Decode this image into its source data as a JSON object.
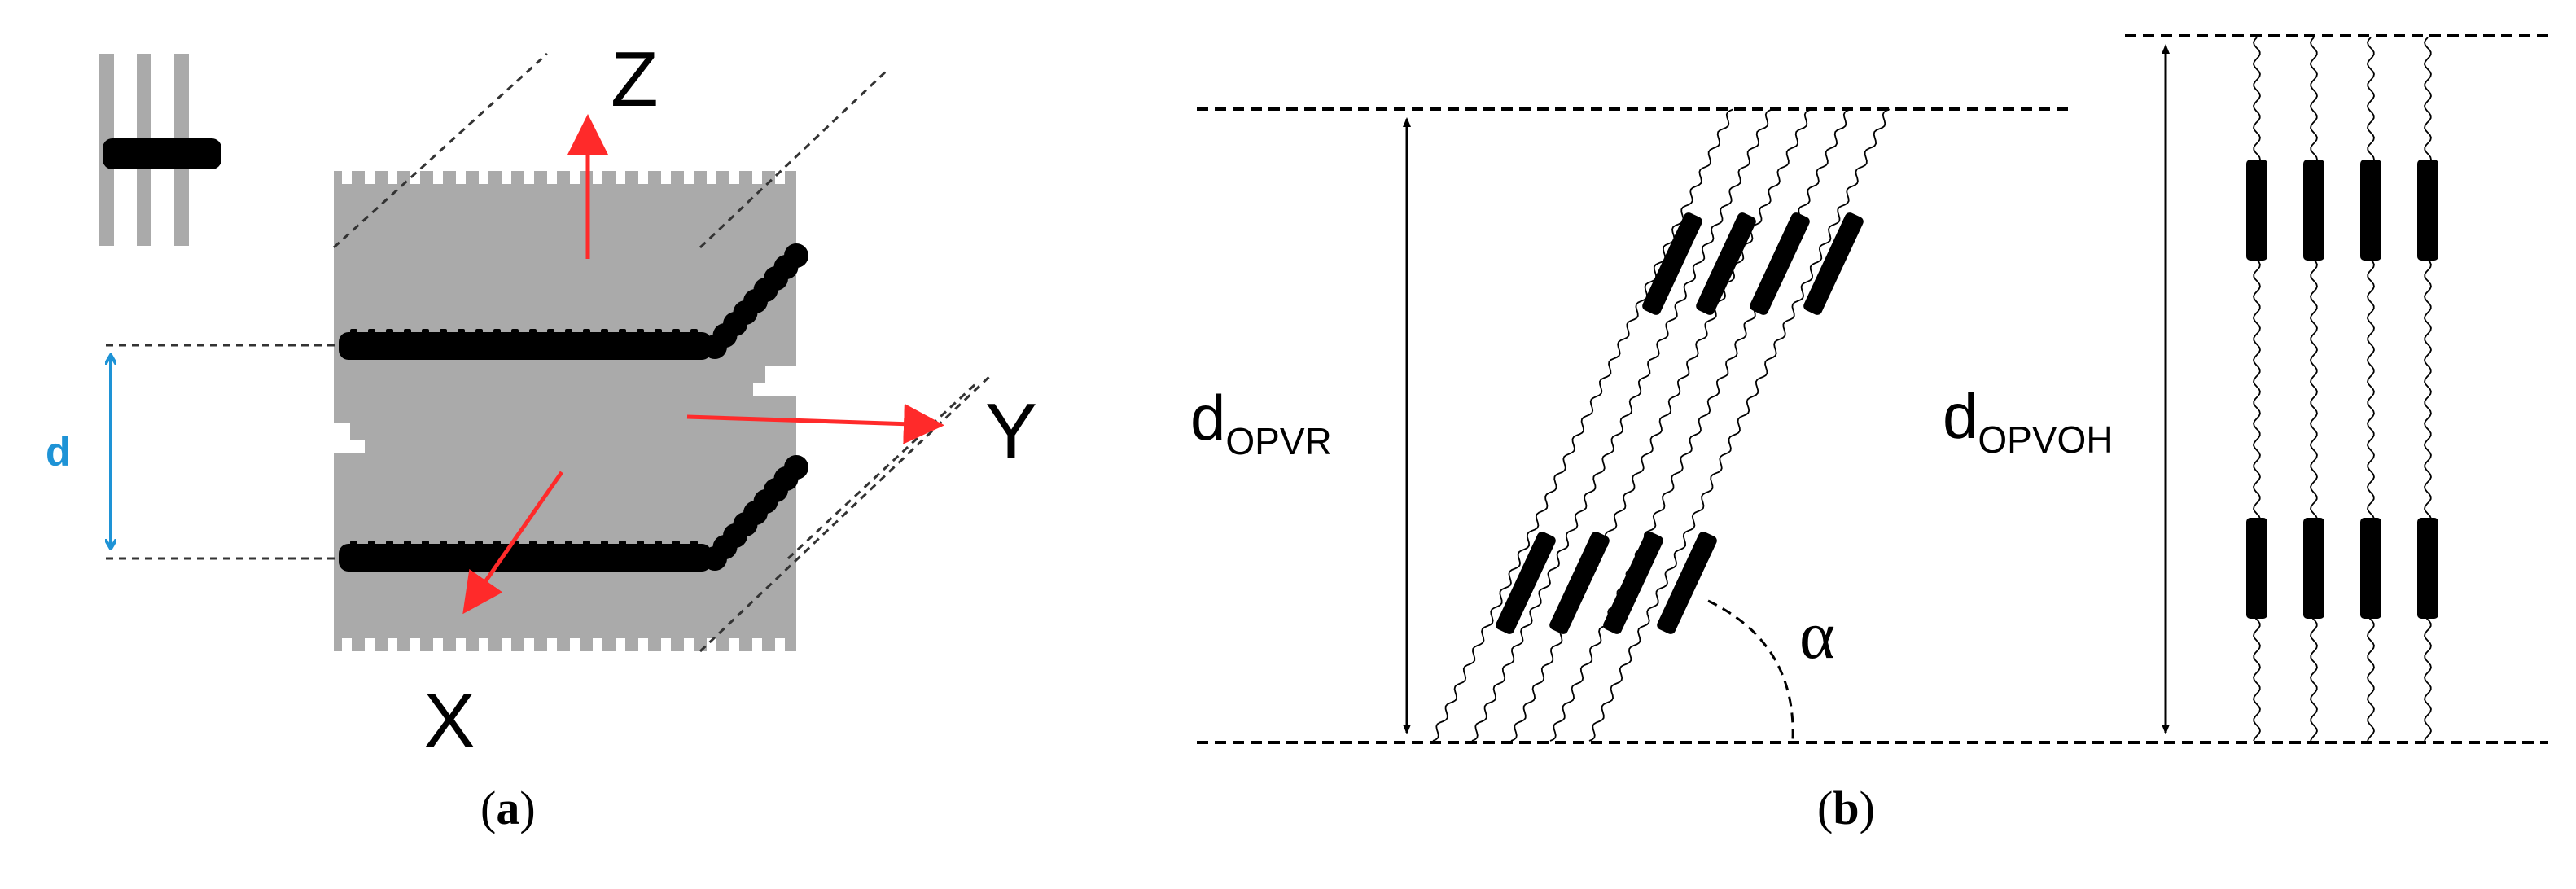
{
  "panel_a": {
    "axes": {
      "z": "Z",
      "y": "Y",
      "x": "X"
    },
    "spacing_label": "d",
    "caption_letter": "a",
    "colors": {
      "slab": "#aaaaaa",
      "chain": "#000000",
      "axis_arrow": "#ff2a2a",
      "spacing_arrow": "#1e93d6"
    }
  },
  "panel_b": {
    "tilted": {
      "label_main": "d",
      "label_sub": "OPVR",
      "angle_label": "α"
    },
    "upright": {
      "label_main": "d",
      "label_sub": "OPVOH"
    },
    "caption_letter": "b"
  }
}
